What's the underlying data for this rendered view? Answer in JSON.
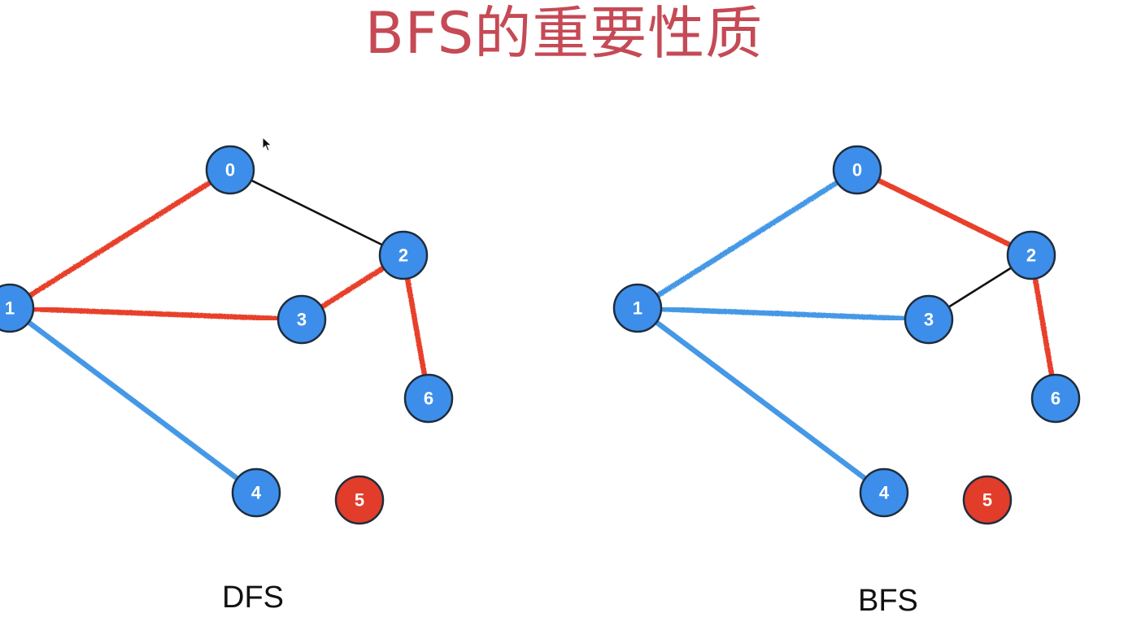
{
  "title": "BFS的重要性质",
  "colors": {
    "title": "#c54a55",
    "node_fill": "#3d8eea",
    "node_stroke": "#1f2d3d",
    "isolated_node_fill": "#e23c2a",
    "tree_edge_red": "#e8402c",
    "tree_edge_blue": "#4598e6",
    "non_tree_edge": "#111111"
  },
  "graphs": [
    {
      "id": "dfs",
      "caption": "DFS",
      "nodes": [
        {
          "id": "0",
          "label": "0",
          "color": "blue"
        },
        {
          "id": "1",
          "label": "1",
          "color": "blue"
        },
        {
          "id": "2",
          "label": "2",
          "color": "blue"
        },
        {
          "id": "3",
          "label": "3",
          "color": "blue"
        },
        {
          "id": "4",
          "label": "4",
          "color": "blue"
        },
        {
          "id": "5",
          "label": "5",
          "color": "red"
        },
        {
          "id": "6",
          "label": "6",
          "color": "blue"
        }
      ],
      "edges": [
        {
          "from": "0",
          "to": "1",
          "style": "red"
        },
        {
          "from": "0",
          "to": "2",
          "style": "black"
        },
        {
          "from": "1",
          "to": "3",
          "style": "red"
        },
        {
          "from": "3",
          "to": "2",
          "style": "red"
        },
        {
          "from": "2",
          "to": "6",
          "style": "red"
        },
        {
          "from": "1",
          "to": "4",
          "style": "blue"
        }
      ]
    },
    {
      "id": "bfs",
      "caption": "BFS",
      "nodes": [
        {
          "id": "0",
          "label": "0",
          "color": "blue"
        },
        {
          "id": "1",
          "label": "1",
          "color": "blue"
        },
        {
          "id": "2",
          "label": "2",
          "color": "blue"
        },
        {
          "id": "3",
          "label": "3",
          "color": "blue"
        },
        {
          "id": "4",
          "label": "4",
          "color": "blue"
        },
        {
          "id": "5",
          "label": "5",
          "color": "red"
        },
        {
          "id": "6",
          "label": "6",
          "color": "blue"
        }
      ],
      "edges": [
        {
          "from": "0",
          "to": "1",
          "style": "blue"
        },
        {
          "from": "0",
          "to": "2",
          "style": "red"
        },
        {
          "from": "1",
          "to": "3",
          "style": "blue"
        },
        {
          "from": "3",
          "to": "2",
          "style": "black"
        },
        {
          "from": "2",
          "to": "6",
          "style": "red"
        },
        {
          "from": "1",
          "to": "4",
          "style": "blue"
        }
      ]
    }
  ]
}
